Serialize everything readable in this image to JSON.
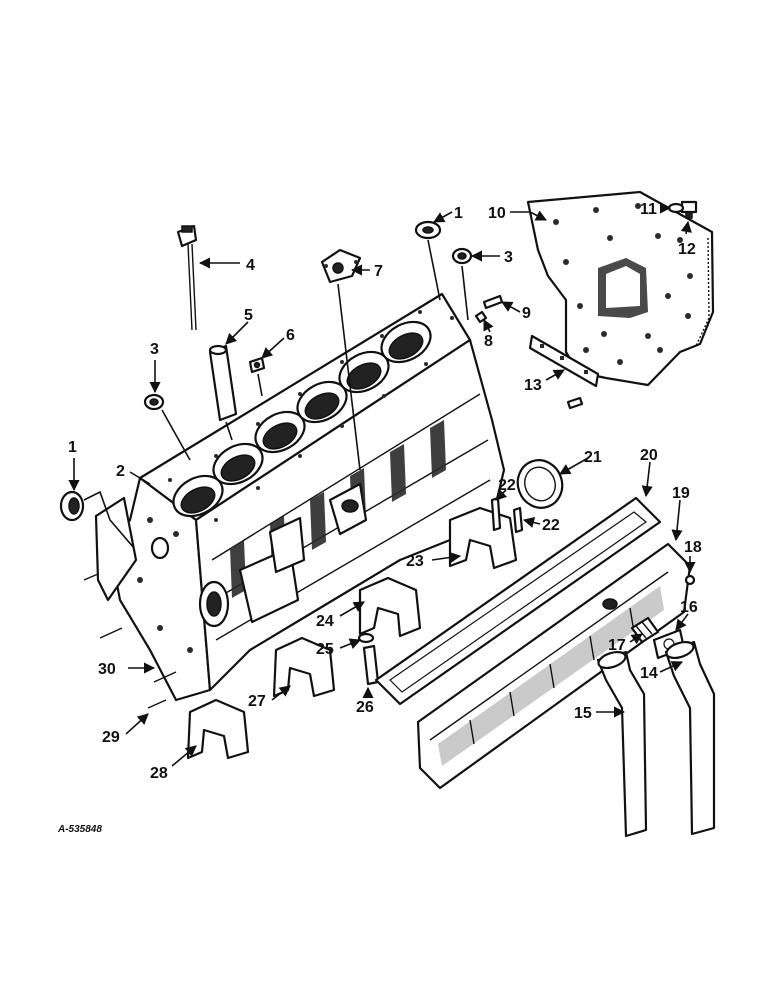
{
  "drawing_number": "A-535848",
  "callouts": [
    {
      "id": "c1a",
      "label": "1"
    },
    {
      "id": "c1b",
      "label": "1"
    },
    {
      "id": "c2",
      "label": "2"
    },
    {
      "id": "c3a",
      "label": "3"
    },
    {
      "id": "c3b",
      "label": "3"
    },
    {
      "id": "c4",
      "label": "4"
    },
    {
      "id": "c5",
      "label": "5"
    },
    {
      "id": "c6",
      "label": "6"
    },
    {
      "id": "c7",
      "label": "7"
    },
    {
      "id": "c8",
      "label": "8"
    },
    {
      "id": "c9",
      "label": "9"
    },
    {
      "id": "c10",
      "label": "10"
    },
    {
      "id": "c11",
      "label": "11"
    },
    {
      "id": "c12",
      "label": "12"
    },
    {
      "id": "c13",
      "label": "13"
    },
    {
      "id": "c14",
      "label": "14"
    },
    {
      "id": "c15",
      "label": "15"
    },
    {
      "id": "c16",
      "label": "16"
    },
    {
      "id": "c17",
      "label": "17"
    },
    {
      "id": "c18",
      "label": "18"
    },
    {
      "id": "c19",
      "label": "19"
    },
    {
      "id": "c20",
      "label": "20"
    },
    {
      "id": "c21",
      "label": "21"
    },
    {
      "id": "c22a",
      "label": "22"
    },
    {
      "id": "c22b",
      "label": "22"
    },
    {
      "id": "c23",
      "label": "23"
    },
    {
      "id": "c24",
      "label": "24"
    },
    {
      "id": "c25",
      "label": "25"
    },
    {
      "id": "c26",
      "label": "26"
    },
    {
      "id": "c27",
      "label": "27"
    },
    {
      "id": "c28",
      "label": "28"
    },
    {
      "id": "c29",
      "label": "29"
    },
    {
      "id": "c30",
      "label": "30"
    }
  ]
}
